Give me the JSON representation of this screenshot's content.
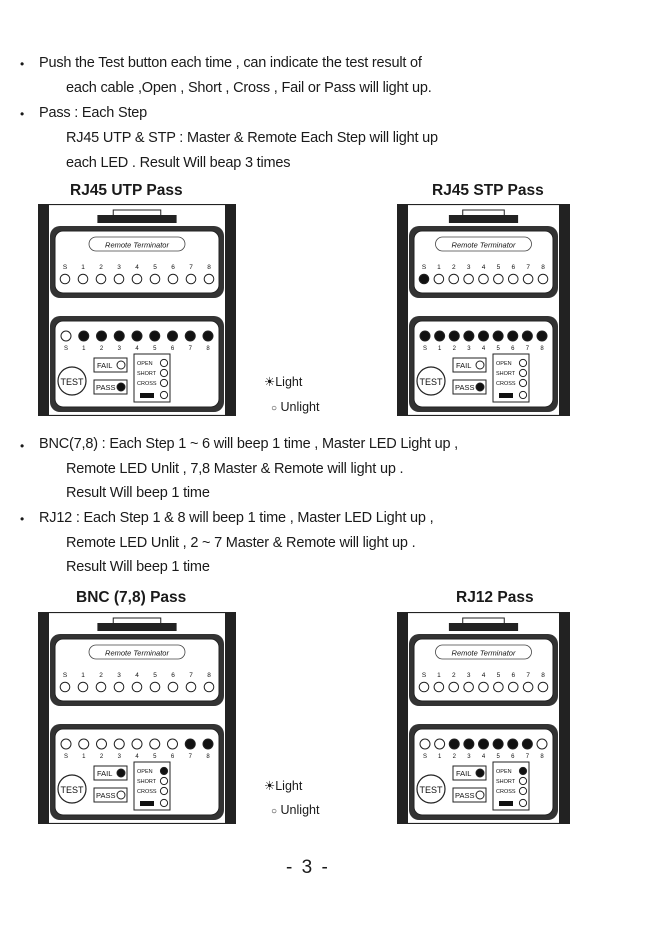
{
  "bullets": [
    {
      "id": "b1",
      "lines": [
        "Push the Test button each time , can indicate the test result of",
        "each cable ,Open , Short , Cross , Fail or Pass will light up."
      ]
    },
    {
      "id": "b2",
      "lines": [
        "Pass : Each Step",
        "RJ45 UTP & STP : Master & Remote Each Step will light up",
        "each LED . Result Will beap 3 times"
      ]
    },
    {
      "id": "b3",
      "lines": [
        "BNC(7,8) : Each Step 1 ~ 6 will beep 1 time , Master LED Light up ,",
        "Remote LED Unlit , 7,8 Master & Remote will light up .",
        "Result Will beep 1 time"
      ]
    },
    {
      "id": "b4",
      "lines": [
        "RJ12 : Each Step 1 & 8 will beep 1 time , Master LED Light up ,",
        "Remote LED Unlit , 2 ~ 7 Master & Remote will light up .",
        "Result Will beep 1 time"
      ]
    }
  ],
  "captions": {
    "utp": "RJ45 UTP Pass",
    "stp": "RJ45 STP Pass",
    "bnc": "BNC (7,8) Pass",
    "rj12": "RJ12 Pass"
  },
  "device_labels": {
    "remote": "Remote Terminator",
    "test": "TEST",
    "fail": "FAIL",
    "pass": "PASS",
    "open": "OPEN",
    "short": "SHORT",
    "cross": "CROSS",
    "pins": [
      "1",
      "2",
      "3",
      "4",
      "5",
      "6",
      "7",
      "8"
    ],
    "remote_pins": [
      "S",
      "1",
      "2",
      "3",
      "4",
      "5",
      "6",
      "7",
      "8"
    ],
    "master_pins": [
      "S",
      "1",
      "2",
      "3",
      "4",
      "5",
      "6",
      "7",
      "8"
    ]
  },
  "devices": [
    {
      "id": "utp",
      "remote_lit": [],
      "master_lit": [
        1,
        2,
        3,
        4,
        5,
        6,
        7,
        8
      ],
      "pass_lit": true,
      "open_lit": false
    },
    {
      "id": "stp",
      "remote_lit": [
        "S"
      ],
      "master_lit": [
        "S",
        1,
        2,
        3,
        4,
        5,
        6,
        7,
        8
      ],
      "pass_lit": true,
      "open_lit": false
    },
    {
      "id": "bnc",
      "remote_lit": [],
      "master_lit": [
        7,
        8
      ],
      "pass_lit": false,
      "open_lit": true,
      "fail_lit": true
    },
    {
      "id": "rj12",
      "remote_lit": [],
      "master_lit": [
        2,
        3,
        4,
        5,
        6,
        7
      ],
      "pass_lit": false,
      "open_lit": true,
      "fail_lit": true
    }
  ],
  "legend": {
    "light": "Light",
    "unlight": "Unlight"
  },
  "page_number": "- 3 -"
}
